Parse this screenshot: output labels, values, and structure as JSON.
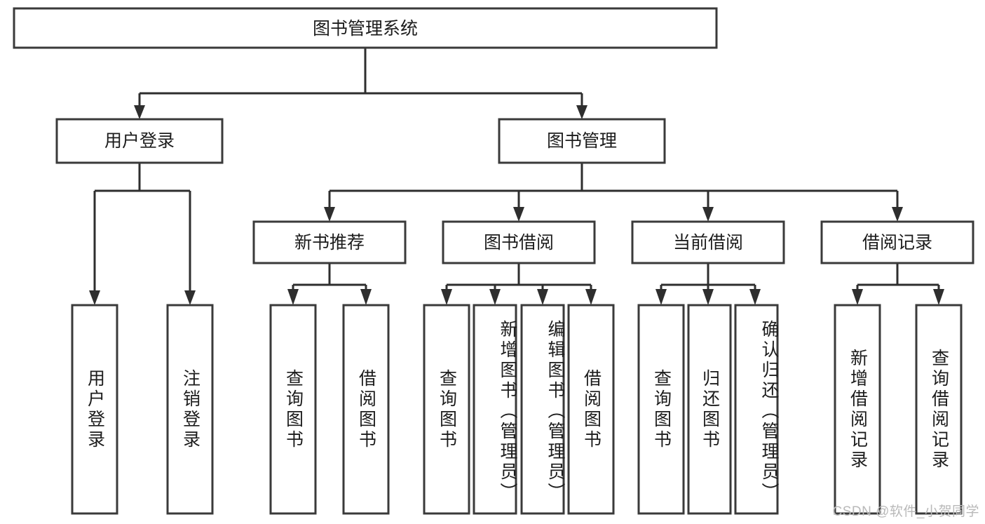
{
  "diagram": {
    "type": "tree-hierarchy-diagram",
    "title_node": {
      "label": "图书管理系统"
    },
    "level2": [
      {
        "id": "user-login",
        "label": "用户登录"
      },
      {
        "id": "book-management",
        "label": "图书管理"
      }
    ],
    "level3": [
      {
        "id": "new-book-recommend",
        "label": "新书推荐"
      },
      {
        "id": "book-borrow",
        "label": "图书借阅"
      },
      {
        "id": "current-borrow",
        "label": "当前借阅"
      },
      {
        "id": "borrow-record",
        "label": "借阅记录"
      }
    ],
    "leaves": [
      {
        "id": "leaf-user-login",
        "label": "用户登录",
        "parent": "user-login"
      },
      {
        "id": "leaf-user-logout",
        "label": "注销登录",
        "parent": "user-login"
      },
      {
        "id": "leaf-query-book-1",
        "label": "查询图书",
        "parent": "new-book-recommend"
      },
      {
        "id": "leaf-borrow-book-1",
        "label": "借阅图书",
        "parent": "new-book-recommend"
      },
      {
        "id": "leaf-query-book-2",
        "label": "查询图书",
        "parent": "book-borrow"
      },
      {
        "id": "leaf-add-book",
        "label": "新增图书（管理员）",
        "parent": "book-borrow"
      },
      {
        "id": "leaf-edit-book",
        "label": "编辑图书（管理员）",
        "parent": "book-borrow"
      },
      {
        "id": "leaf-borrow-book-2",
        "label": "借阅图书",
        "parent": "book-borrow"
      },
      {
        "id": "leaf-query-book-3",
        "label": "查询图书",
        "parent": "current-borrow"
      },
      {
        "id": "leaf-return-book",
        "label": "归还图书",
        "parent": "current-borrow"
      },
      {
        "id": "leaf-confirm-return",
        "label": "确认归还（管理员）",
        "parent": "current-borrow"
      },
      {
        "id": "leaf-add-record",
        "label": "新增借阅记录",
        "parent": "borrow-record"
      },
      {
        "id": "leaf-query-record",
        "label": "查询借阅记录",
        "parent": "borrow-record"
      }
    ],
    "colors": {
      "box_stroke": "#3a3a3a",
      "connector": "#2e2e2e",
      "text": "#1c1c1c",
      "background": "#ffffff",
      "watermark": "#b9b9b9"
    }
  },
  "watermark": {
    "text": "CSDN @软件_小贺同学"
  }
}
